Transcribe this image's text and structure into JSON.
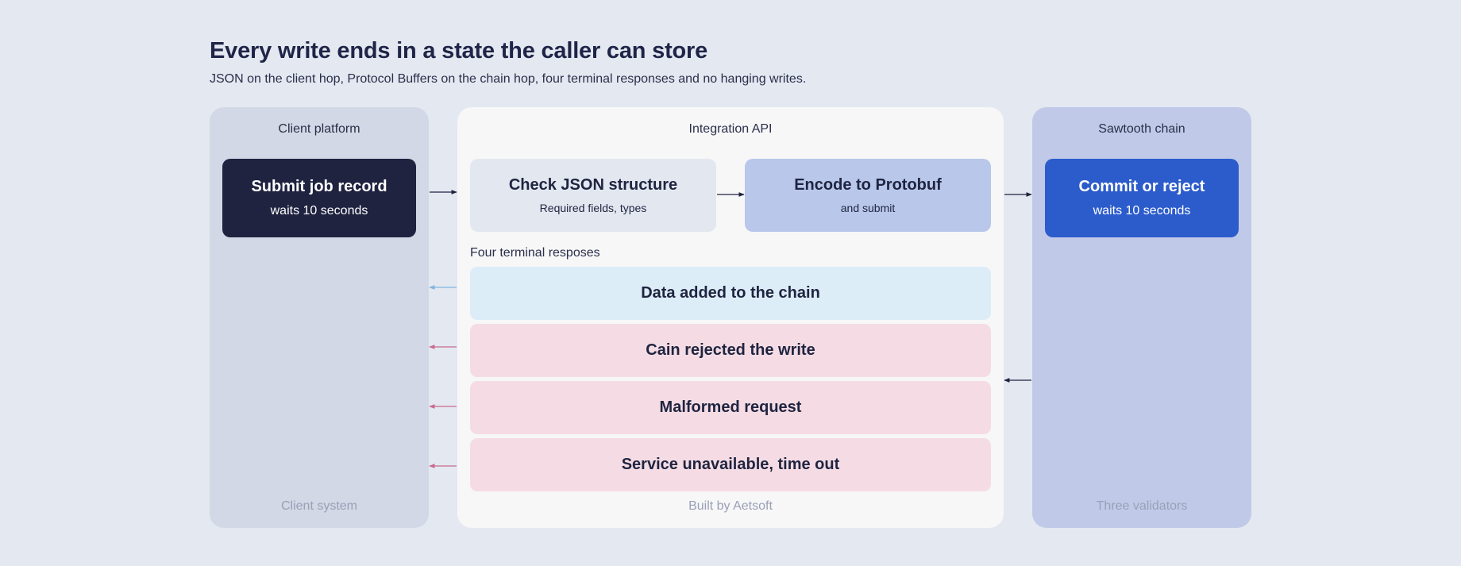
{
  "header": {
    "title": "Every write ends in a state the caller can store",
    "subtitle": "JSON on the client hop, Protocol Buffers on the chain hop, four terminal responses and no hanging writes."
  },
  "client": {
    "heading": "Client platform",
    "footer": "Client system",
    "submit": {
      "title": "Submit job record",
      "sub": "waits 10 seconds"
    }
  },
  "api": {
    "heading": "Integration API",
    "footer": "Built by Aetsoft",
    "check": {
      "title": "Check JSON structure",
      "sub": "Required fields, types"
    },
    "encode": {
      "title": "Encode to Protobuf",
      "sub": "and submit"
    },
    "responses_label": "Four terminal resposes",
    "responses": [
      {
        "label": "Data added to the chain",
        "status": "success"
      },
      {
        "label": "Cain rejected the write",
        "status": "failure"
      },
      {
        "label": "Malformed request",
        "status": "failure"
      },
      {
        "label": "Service unavailable, time out",
        "status": "failure"
      }
    ]
  },
  "chain": {
    "heading": "Sawtooth chain",
    "footer": "Three validators",
    "commit": {
      "title": "Commit or reject",
      "sub": "waits 10 seconds"
    }
  },
  "colors": {
    "success_arrow": "#7fb6df",
    "failure_arrow": "#c86b8c",
    "flow_arrow": "#1f2340"
  }
}
